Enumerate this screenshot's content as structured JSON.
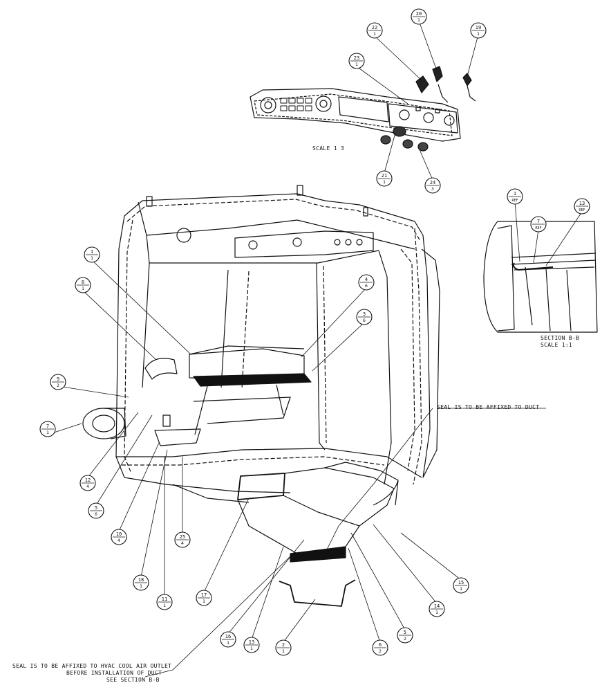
{
  "notes": {
    "scale_detail": "SCALE 1 3",
    "seal_duct": "SEAL IS TO BE AFFIXED TO DUCT",
    "section_title": "SECTION B-B",
    "section_scale": "SCALE 1:1",
    "seal_outlet_line1": "SEAL IS TO BE AFFIXED TO HVAC COOL AIR OUTLET",
    "seal_outlet_line2": "BEFORE INSTALLATION OF DUCT",
    "seal_outlet_line3": "SEE SECTION B-B"
  },
  "balloons": [
    {
      "num": "22",
      "qty": "1"
    },
    {
      "num": "20",
      "qty": "1"
    },
    {
      "num": "19",
      "qty": "1"
    },
    {
      "num": "23",
      "qty": "1"
    },
    {
      "num": "21",
      "qty": "1"
    },
    {
      "num": "24",
      "qty": "3"
    },
    {
      "num": "1",
      "qty": "REF"
    },
    {
      "num": "7",
      "qty": "REF"
    },
    {
      "num": "13",
      "qty": "REF"
    },
    {
      "num": "1",
      "qty": "1"
    },
    {
      "num": "8",
      "qty": "1"
    },
    {
      "num": "4",
      "qty": "6"
    },
    {
      "num": "3",
      "qty": "6"
    },
    {
      "num": "9",
      "qty": "2"
    },
    {
      "num": "7",
      "qty": "1"
    },
    {
      "num": "12",
      "qty": "4"
    },
    {
      "num": "5",
      "qty": "6"
    },
    {
      "num": "10",
      "qty": "4"
    },
    {
      "num": "18",
      "qty": "1"
    },
    {
      "num": "25",
      "qty": "4"
    },
    {
      "num": "11",
      "qty": "1"
    },
    {
      "num": "17",
      "qty": "1"
    },
    {
      "num": "16",
      "qty": "1"
    },
    {
      "num": "13",
      "qty": "1"
    },
    {
      "num": "2",
      "qty": "1"
    },
    {
      "num": "6",
      "qty": "2"
    },
    {
      "num": "5",
      "qty": "2"
    },
    {
      "num": "14",
      "qty": "1"
    },
    {
      "num": "15",
      "qty": "1"
    }
  ]
}
